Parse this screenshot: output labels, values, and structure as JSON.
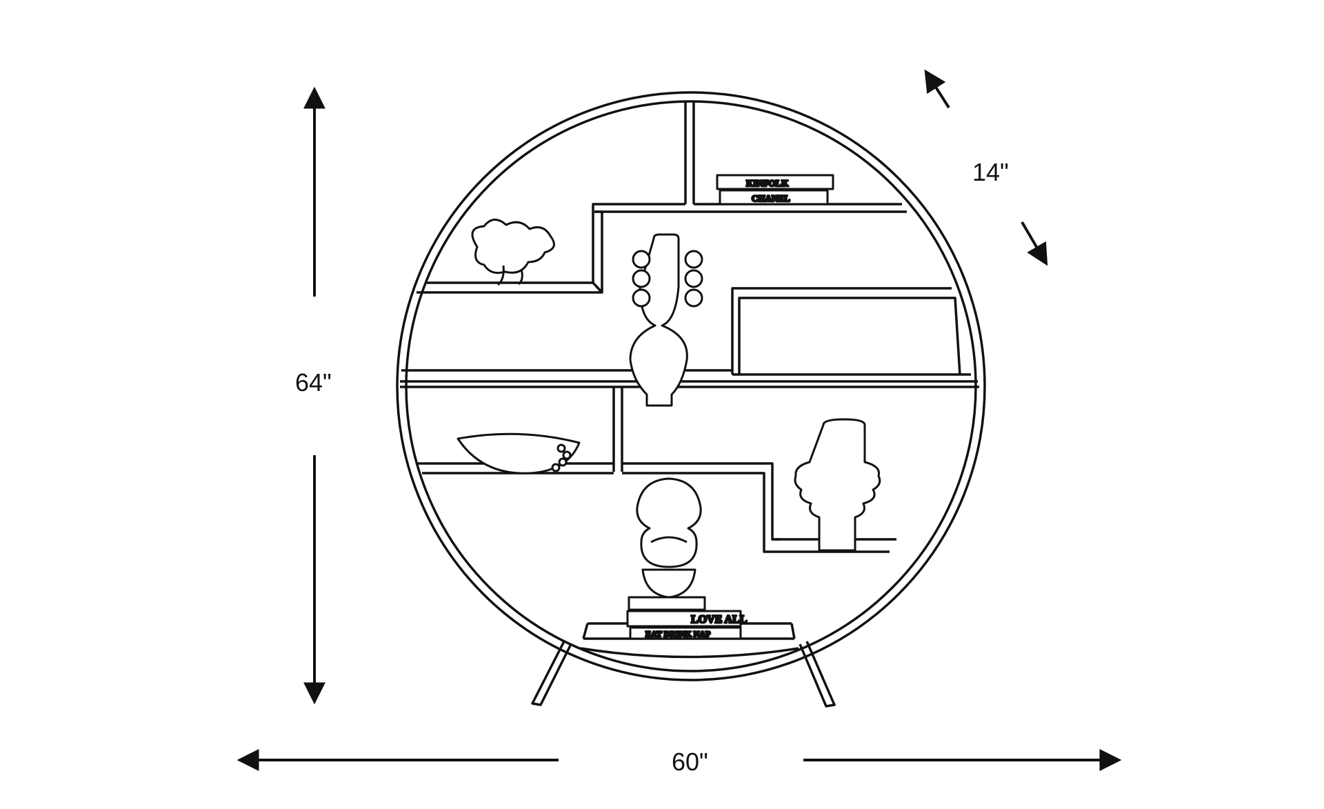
{
  "dimensions": {
    "height": "64\"",
    "width": "60\"",
    "depth": "14\""
  },
  "books": {
    "top_shelf": [
      "KINFOLK",
      "CHANEL"
    ],
    "bottom_shelf": [
      "LOVE ALL",
      "EAT DRINK NAP"
    ]
  },
  "colors": {
    "line": "#111111",
    "background": "#ffffff"
  }
}
